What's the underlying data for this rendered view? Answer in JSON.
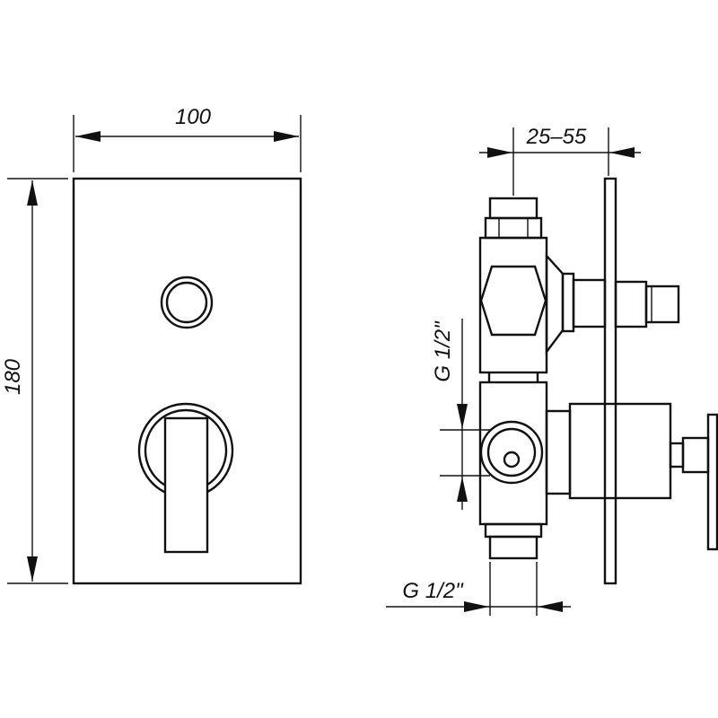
{
  "dimensions": {
    "width": "100",
    "height": "180",
    "depth_range": "25–55",
    "thread_side": "G 1/2\"",
    "thread_bottom": "G 1/2\""
  },
  "colors": {
    "line": "#111111",
    "background": "#ffffff"
  }
}
